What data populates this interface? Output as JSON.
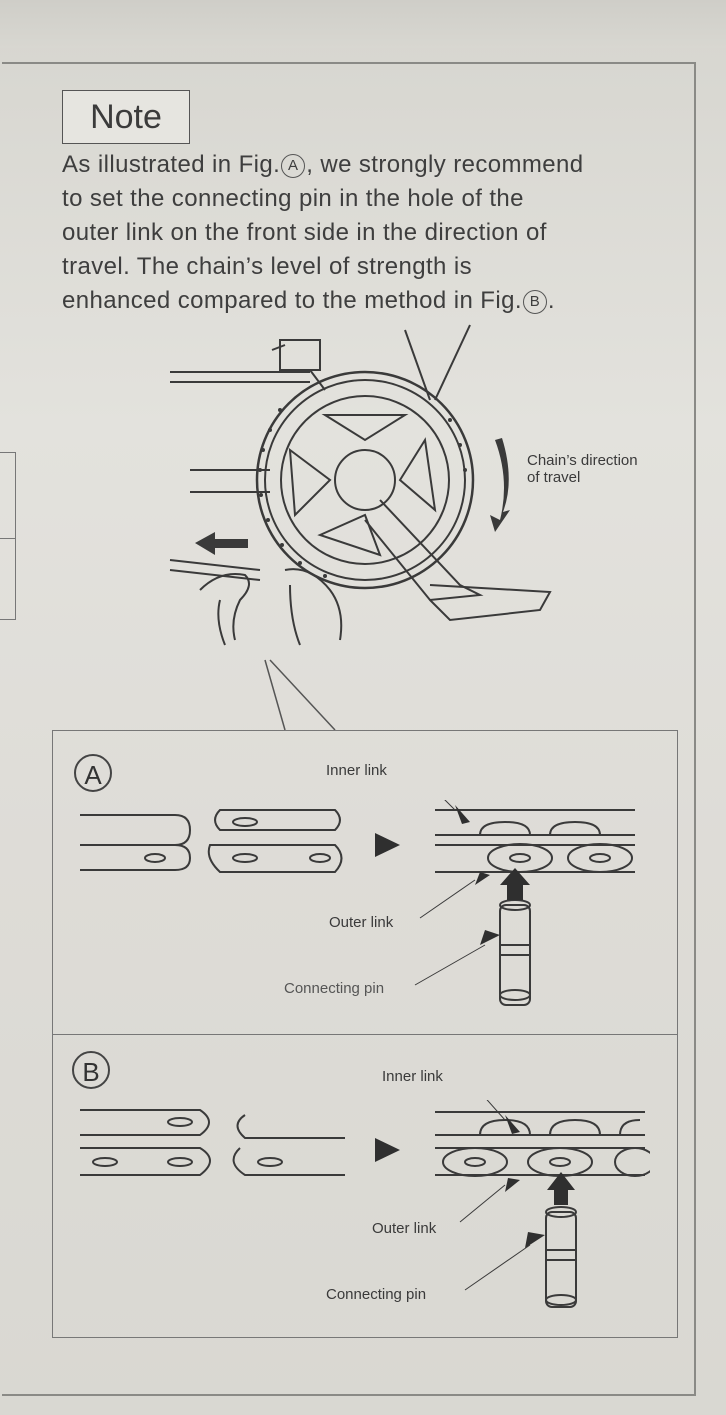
{
  "note": {
    "heading": "Note",
    "line1_a": "As illustrated in Fig.",
    "line1_marker": "A",
    "line1_b": ", we strongly recommend",
    "line2": "to set the connecting pin in the hole of the",
    "line3": "outer link on the front side in the direction of",
    "line4": "travel. The chain’s level of strength is",
    "line5_a": "enhanced compared to the method in Fig.",
    "line5_marker": "B",
    "line5_b": "."
  },
  "figure_main": {
    "direction_label_1": "Chain’s direction",
    "direction_label_2": "of travel"
  },
  "figure_a": {
    "badge": "A",
    "inner_link": "Inner  link",
    "outer_link": "Outer link",
    "connecting_pin": "Connecting pin"
  },
  "figure_b": {
    "badge": "B",
    "inner_link": "Inner  link",
    "outer_link": "Outer link",
    "connecting_pin": "Connecting pin"
  }
}
